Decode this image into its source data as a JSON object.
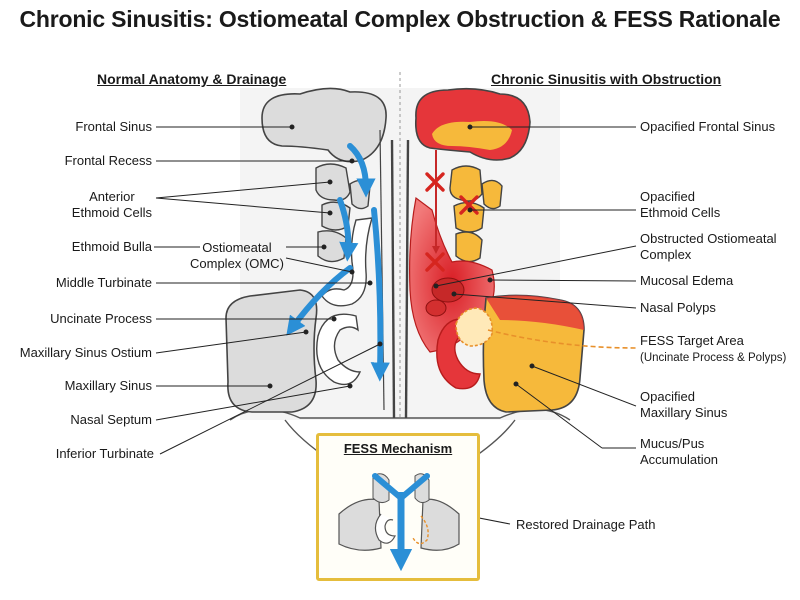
{
  "title": "Chronic Sinusitis: Ostiomeatal Complex Obstruction & FESS Rationale",
  "left_panel": {
    "heading": "Normal Anatomy & Drainage",
    "labels": {
      "frontal_sinus": "Frontal Sinus",
      "frontal_recess": "Frontal Recess",
      "anterior_ethmoid_1": "Anterior",
      "anterior_ethmoid_2": "Ethmoid Cells",
      "ethmoid_bulla": "Ethmoid Bulla",
      "omc_1": "Ostiomeatal",
      "omc_2": "Complex (OMC)",
      "middle_turbinate": "Middle Turbinate",
      "uncinate_process": "Uncinate Process",
      "maxillary_ostium": "Maxillary Sinus Ostium",
      "maxillary_sinus": "Maxillary Sinus",
      "nasal_septum": "Nasal Septum",
      "inferior_turbinate": "Inferior Turbinate"
    }
  },
  "right_panel": {
    "heading": "Chronic Sinusitis with Obstruction",
    "labels": {
      "opacified_frontal": "Opacified Frontal Sinus",
      "opacified_ethmoid_1": "Opacified",
      "opacified_ethmoid_2": "Ethmoid Cells",
      "obstructed_omc_1": "Obstructed Ostiomeatal",
      "obstructed_omc_2": "Complex",
      "mucosal_edema": "Mucosal Edema",
      "nasal_polyps": "Nasal Polyps",
      "fess_target_1": "FESS Target Area",
      "fess_target_2": "(Uncinate Process & Polyps)",
      "opacified_maxillary_1": "Opacified",
      "opacified_maxillary_2": "Maxillary Sinus",
      "mucus_pus_1": "Mucus/Pus",
      "mucus_pus_2": "Accumulation"
    }
  },
  "fess": {
    "heading": "FESS Mechanism",
    "restored_label": "Restored Drainage Path"
  },
  "colors": {
    "normal_fill": "#dcdcdc",
    "drainage_arrow": "#2b8fd6",
    "inflamed_red": "#e5363a",
    "mucus_yellow": "#f6b93b",
    "fess_border": "#e5bd3c",
    "obstruction_x": "#d6251f"
  }
}
